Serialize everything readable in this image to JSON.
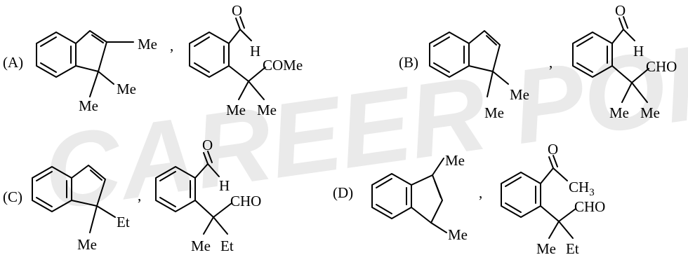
{
  "watermark": "CAREER POINT",
  "options": [
    {
      "label": "(A)",
      "reactant_substituents": [
        "Me",
        "Me",
        "Me"
      ],
      "separator": ",",
      "product_groups": [
        "O",
        "H",
        "COMe",
        "Me",
        "Me"
      ]
    },
    {
      "label": "(B)",
      "reactant_substituents": [
        "Me",
        "Me"
      ],
      "separator": ",",
      "product_groups": [
        "O",
        "H",
        "CHO",
        "Me",
        "Me"
      ]
    },
    {
      "label": "(C)",
      "reactant_substituents": [
        "Me",
        "Et"
      ],
      "separator": ",",
      "product_groups": [
        "O",
        "H",
        "CHO",
        "Me",
        "Et"
      ]
    },
    {
      "label": "(D)",
      "reactant_substituents": [
        "Me",
        "Me"
      ],
      "separator": ",",
      "product_groups": [
        "O",
        "CH3",
        "CHO",
        "Me",
        "Et"
      ]
    }
  ]
}
